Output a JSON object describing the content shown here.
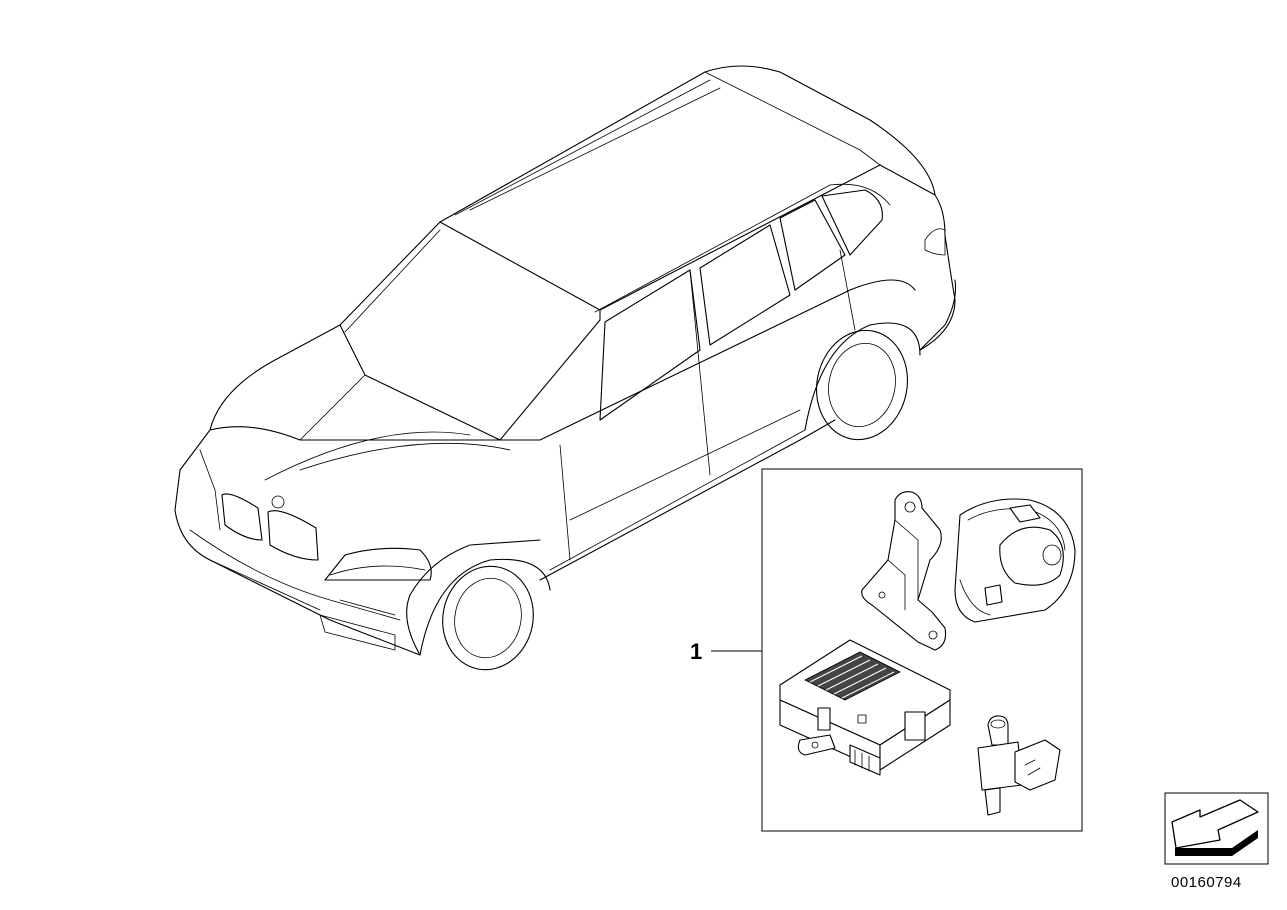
{
  "callouts": [
    {
      "label": "1"
    }
  ],
  "diagram_number": "00160794",
  "icons": {
    "vehicle": "suv-illustration",
    "kit_box": "parts-kit-box",
    "bracket": "mounting-bracket-icon",
    "sensor": "alarm-sensor-icon",
    "control_unit": "control-unit-icon",
    "switch": "contact-switch-icon",
    "navigation": "back-arrow-icon"
  }
}
